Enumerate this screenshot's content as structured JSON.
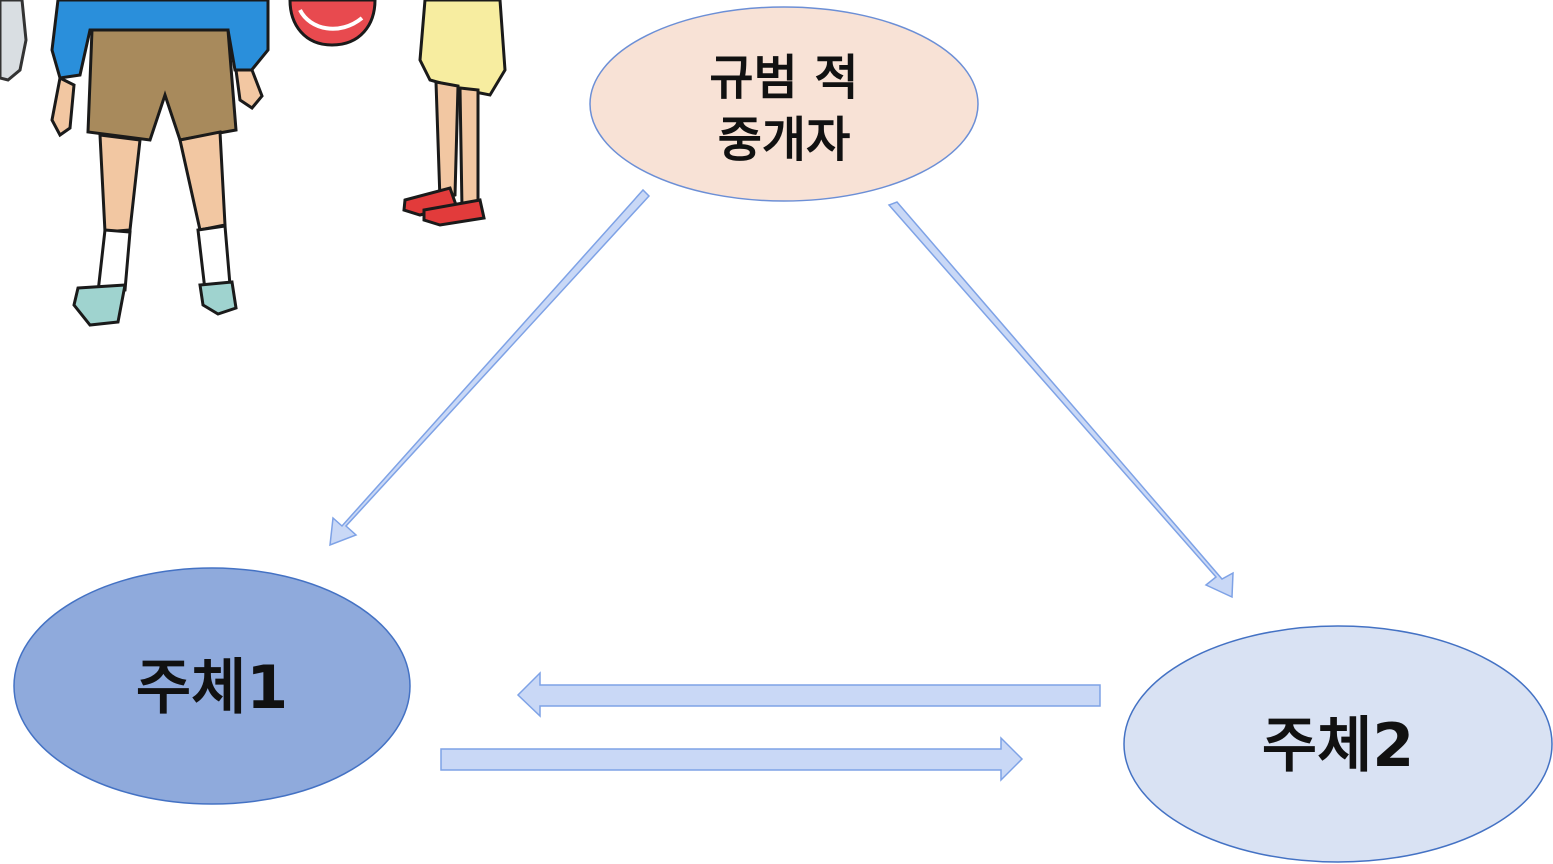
{
  "nodes": {
    "mediator": {
      "line1": "규범 적",
      "line2": "중개자",
      "fill": "#F8E2D6",
      "stroke": "#6C8FD6"
    },
    "subject1": {
      "label": "주체1",
      "fill": "#8FAADC",
      "stroke": "#4472C4"
    },
    "subject2": {
      "label": "주체2",
      "fill": "#D9E2F3",
      "stroke": "#4472C4"
    }
  },
  "arrows": {
    "fill": "#C9D8F6",
    "stroke": "#7EA2E6"
  },
  "illustration": {
    "description_icon": "children-playing-ball-illustration"
  }
}
